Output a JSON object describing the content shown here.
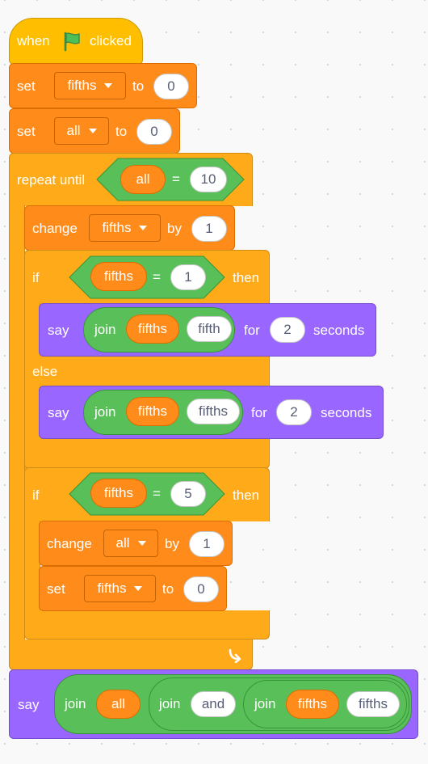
{
  "hat": {
    "when": "when",
    "clicked": "clicked",
    "flag_icon": "green-flag-icon",
    "flag_color": "#4cbf56"
  },
  "set_fifths": {
    "label": "set",
    "var": "fifths",
    "to": "to",
    "value": "0"
  },
  "set_all": {
    "label": "set",
    "var": "all",
    "to": "to",
    "value": "0"
  },
  "repeat_until": {
    "label": "repeat until",
    "left": "all",
    "op": "=",
    "right": "10",
    "loop_icon": "loop-arrow-icon"
  },
  "change_fifths": {
    "label": "change",
    "var": "fifths",
    "by": "by",
    "value": "1"
  },
  "if1": {
    "label": "if",
    "left": "fifths",
    "op": "=",
    "right": "1",
    "then": "then",
    "say1": {
      "say": "say",
      "join": "join",
      "var": "fifths",
      "text": "fifth",
      "for": "for",
      "secs": "2",
      "seconds": "seconds"
    },
    "else": "else",
    "say2": {
      "say": "say",
      "join": "join",
      "var": "fifths",
      "text": "fifths",
      "for": "for",
      "secs": "2",
      "seconds": "seconds"
    }
  },
  "if2": {
    "label": "if",
    "left": "fifths",
    "op": "=",
    "right": "5",
    "then": "then",
    "change": {
      "label": "change",
      "var": "all",
      "by": "by",
      "value": "1"
    },
    "set": {
      "label": "set",
      "var": "fifths",
      "to": "to",
      "value": "0"
    }
  },
  "final_say": {
    "say": "say",
    "join1": "join",
    "var1": "all",
    "join2": "join",
    "text1": "and",
    "join3": "join",
    "var2": "fifths",
    "text2": "fifths"
  },
  "colors": {
    "events": "#ffbf00",
    "variables": "#ff8c1a",
    "control": "#ffab19",
    "looks": "#9966ff",
    "operators": "#59c059"
  }
}
